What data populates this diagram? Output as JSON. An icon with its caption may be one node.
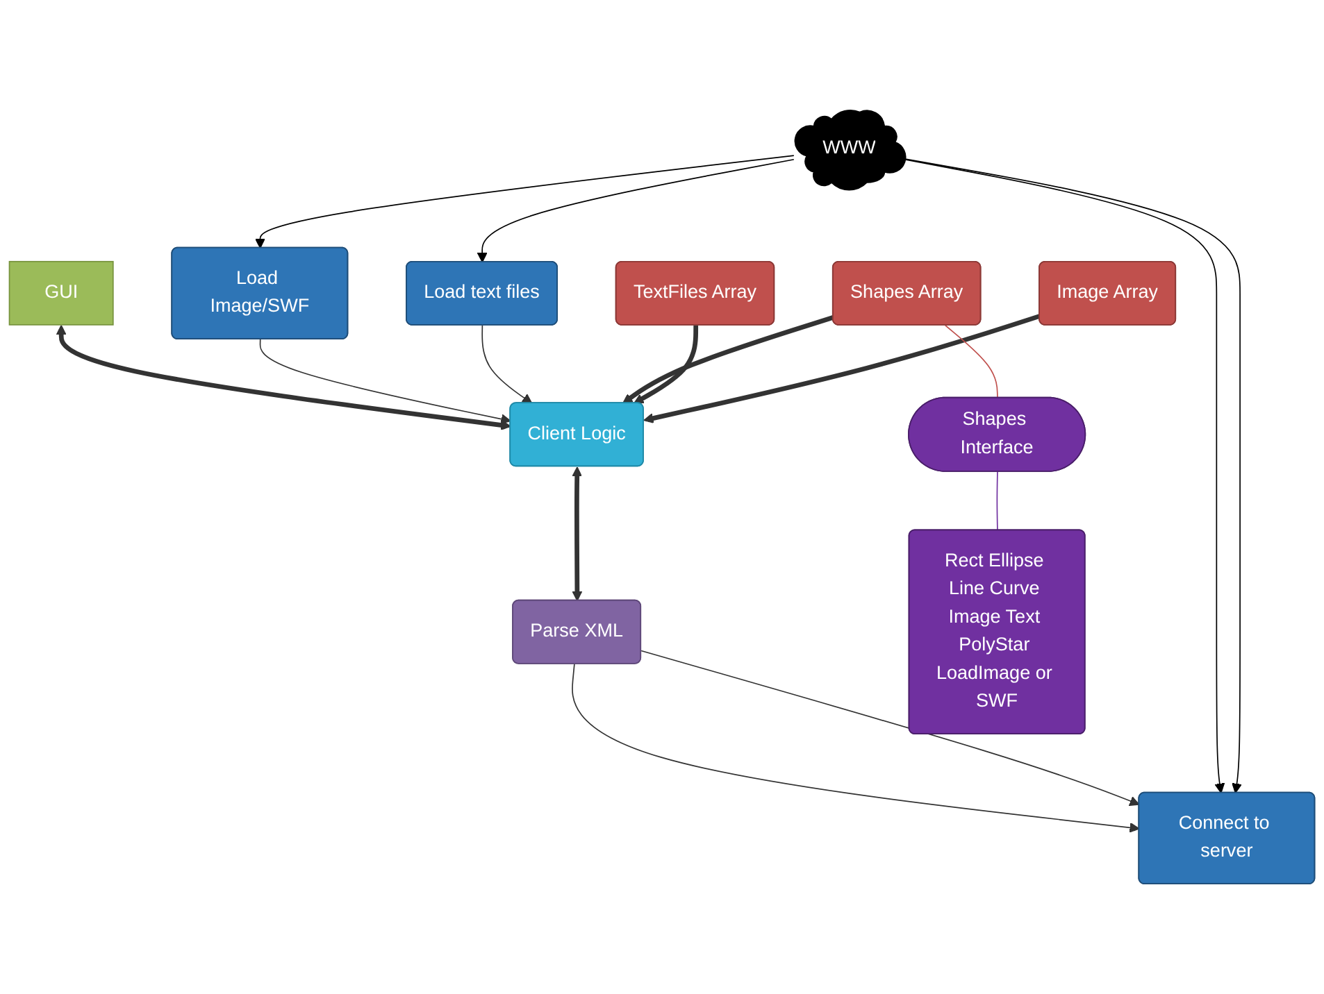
{
  "diagram": {
    "nodes": [
      {
        "text": [
          "GUI"
        ]
      },
      {
        "text": [
          "Client Logic"
        ]
      },
      {
        "text": [
          "Parse XML"
        ]
      },
      {
        "text": [
          "Connect to server"
        ]
      },
      {
        "text": [
          "Load text files"
        ]
      },
      {
        "text": [
          "Load Image/SWF"
        ]
      },
      {
        "text": [
          "WWW"
        ]
      },
      {
        "text": [
          "Shapes Array"
        ]
      },
      {
        "text": [
          "TextFiles Array"
        ]
      },
      {
        "text": [
          "Image Array"
        ]
      },
      {
        "text": [
          "Shapes Interface"
        ]
      },
      {
        "text": [
          "Rect Ellipse Line Curve Image Text PolyStar LoadImage or SWF"
        ]
      }
    ],
    "edges": [
      {
        "from": 0,
        "to": 1,
        "arrow": "both",
        "style": "thick"
      },
      {
        "from": 1,
        "to": 2,
        "arrow": "both",
        "style": "thick"
      },
      {
        "from": 2,
        "to": 3,
        "arrow": "to"
      },
      {
        "from": 2,
        "to": 3,
        "arrow": "to"
      },
      {
        "from": 5,
        "to": 1,
        "arrow": "to"
      },
      {
        "from": 4,
        "to": 1,
        "arrow": "to"
      },
      {
        "from": 6,
        "to": 3,
        "arrow": "to",
        "color": "#000000"
      },
      {
        "from": 6,
        "to": 3,
        "arrow": "to",
        "color": "#000000"
      },
      {
        "from": 6,
        "to": 5,
        "arrow": "to",
        "color": "#000000"
      },
      {
        "from": 6,
        "to": 4,
        "arrow": "to",
        "color": "#000000"
      },
      {
        "from": 7,
        "to": 1,
        "arrow": "to",
        "style": "thick"
      },
      {
        "from": 8,
        "to": 1,
        "arrow": "to",
        "style": "thick"
      },
      {
        "from": 9,
        "to": 1,
        "arrow": "to",
        "style": "thick"
      },
      {
        "from": 7,
        "to": 10,
        "arrow": "none",
        "color": "#c0504d"
      },
      {
        "from": 10,
        "to": 11,
        "arrow": "none",
        "color": "#7030a0"
      }
    ]
  }
}
